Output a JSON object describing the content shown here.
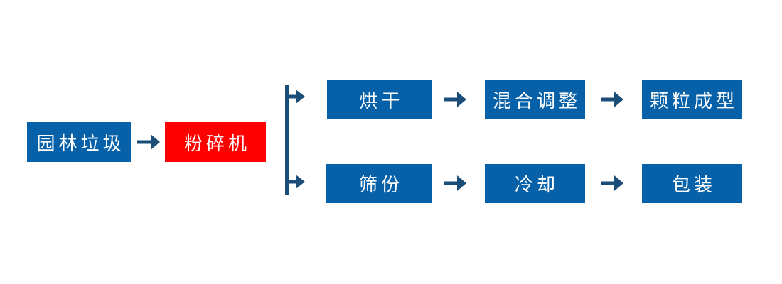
{
  "diagram": {
    "input": {
      "label": "园林垃圾"
    },
    "crusher": {
      "label": "粉碎机"
    },
    "branch_top": {
      "steps": [
        {
          "label": "烘干"
        },
        {
          "label": "混合调整"
        },
        {
          "label": "颗粒成型"
        }
      ]
    },
    "branch_bottom": {
      "steps": [
        {
          "label": "筛份"
        },
        {
          "label": "冷却"
        },
        {
          "label": "包装"
        }
      ]
    },
    "colors": {
      "node_blue": "#0761A8",
      "node_red": "#FE0000",
      "connector": "#1A4E79",
      "label_text": "#FFFFFF",
      "background": "#FFFFFF"
    }
  }
}
